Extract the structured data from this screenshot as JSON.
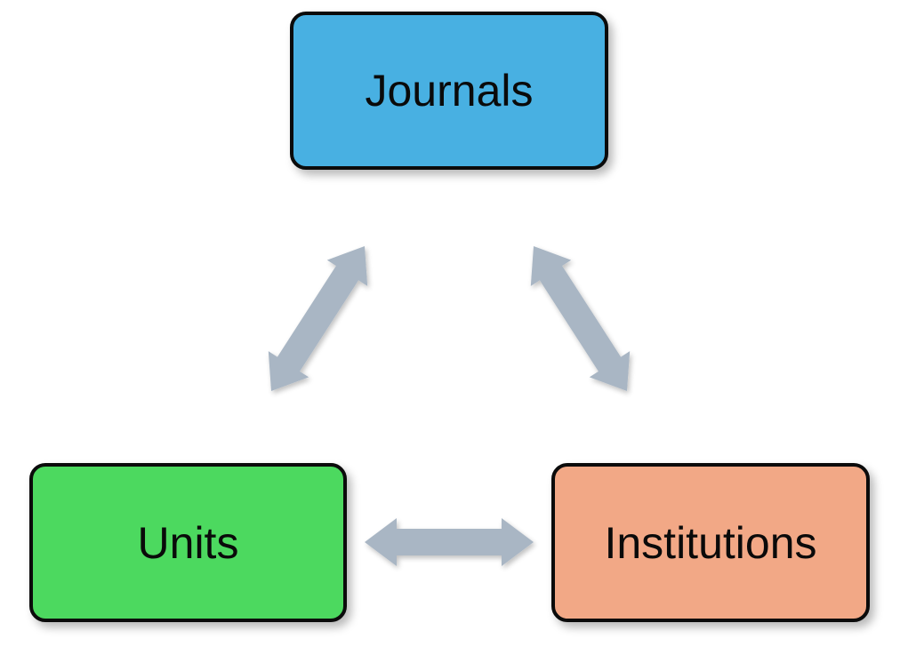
{
  "diagram": {
    "nodes": [
      {
        "id": "journals",
        "label": "Journals",
        "color": "#48B0E2"
      },
      {
        "id": "units",
        "label": "Units",
        "color": "#4CD95F"
      },
      {
        "id": "institutions",
        "label": "Institutions",
        "color": "#F2A886"
      }
    ],
    "edges": [
      {
        "from": "journals",
        "to": "units",
        "direction": "bidirectional"
      },
      {
        "from": "journals",
        "to": "institutions",
        "direction": "bidirectional"
      },
      {
        "from": "units",
        "to": "institutions",
        "direction": "bidirectional"
      }
    ],
    "arrow_color": "#A9B6C4",
    "border_color": "#0B0B0B"
  }
}
